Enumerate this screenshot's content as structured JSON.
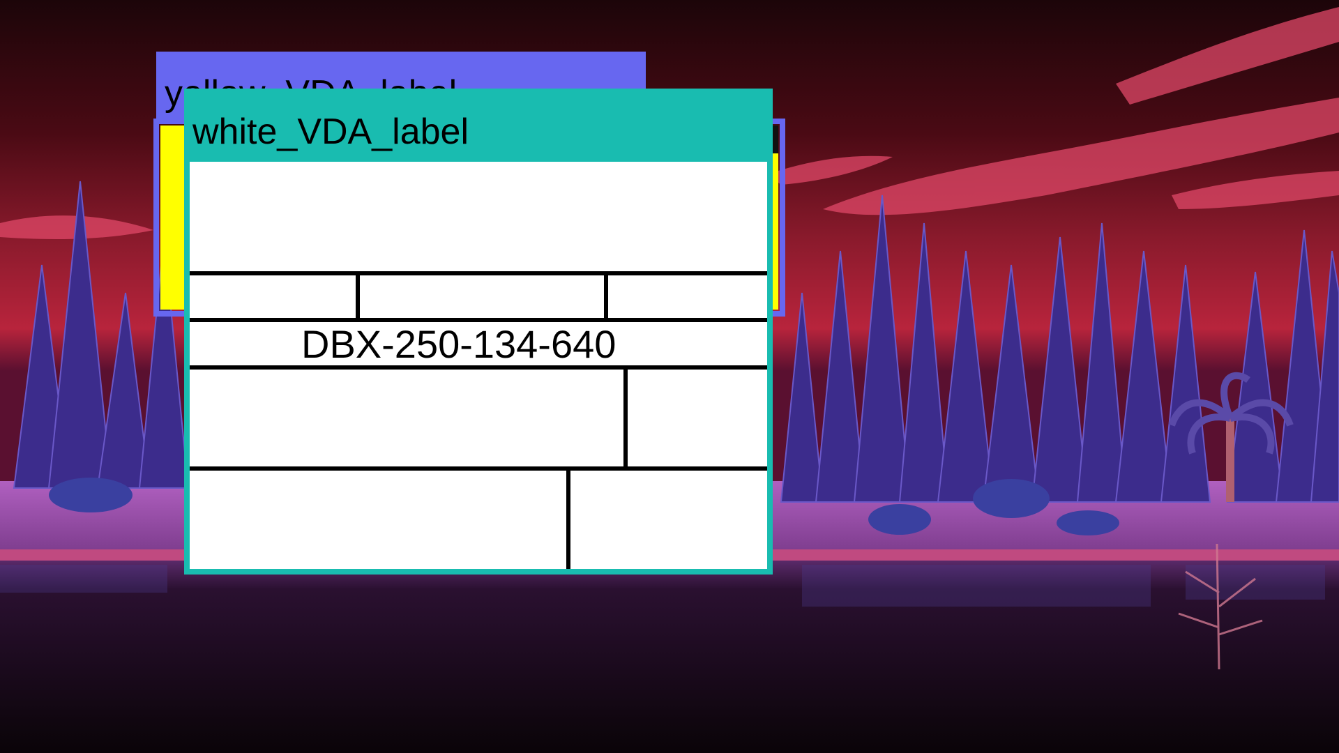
{
  "desktop": {
    "wallpaper": "infrared-landscape-cypress-trees-lake",
    "colors": {
      "sky_top": "#1c0509",
      "sky_glow": "#b8243c",
      "cloud": "#e84a6a",
      "trees": "#3c2c8c",
      "ground": "#9a4aa8",
      "water": "#12060e"
    }
  },
  "windows": {
    "yellow_vda": {
      "title": "yellow_VDA_label",
      "title_bar_color": "#6767f0",
      "border_color": "#6767f0",
      "fill_color": "#ffff00"
    },
    "white_vda": {
      "title": "white_VDA_label",
      "title_bar_color": "#19bcb0",
      "border_color": "#19bcb0",
      "fill_color": "#ffffff",
      "label": {
        "barcode_text": "DBX-250-134-640"
      }
    }
  }
}
